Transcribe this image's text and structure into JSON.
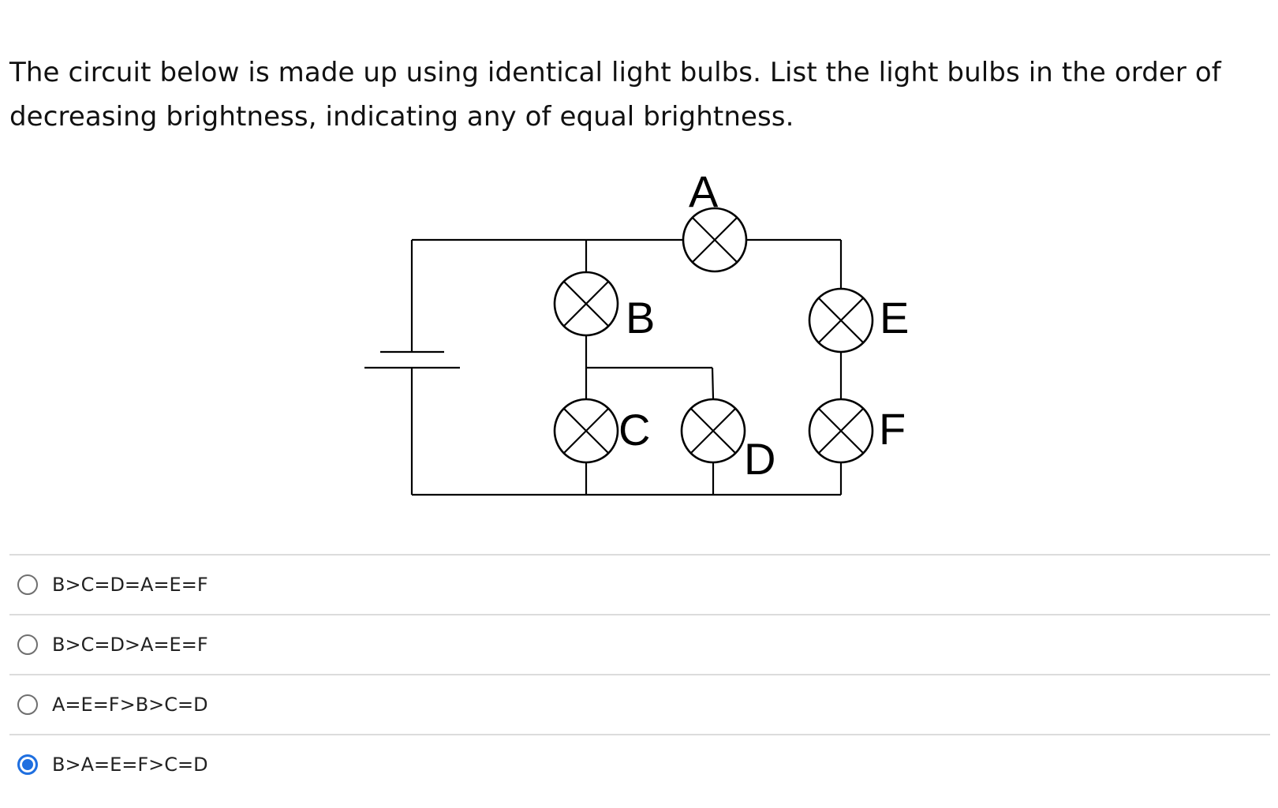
{
  "question": {
    "text": "The circuit below is made up using identical light bulbs. List the light bulbs in the order of decreasing brightness, indicating any of equal brightness."
  },
  "diagram": {
    "bulb_labels": {
      "a": "A",
      "b": "B",
      "c": "C",
      "d": "D",
      "e": "E",
      "f": "F"
    }
  },
  "options": [
    {
      "label": "B>C=D=A=E=F",
      "selected": false
    },
    {
      "label": "B>C=D>A=E=F",
      "selected": false
    },
    {
      "label": "A=E=F>B>C=D",
      "selected": false
    },
    {
      "label": "B>A=E=F>C=D",
      "selected": true
    }
  ],
  "colors": {
    "accent": "#1f6fe0",
    "divider": "#dcdcdc"
  }
}
